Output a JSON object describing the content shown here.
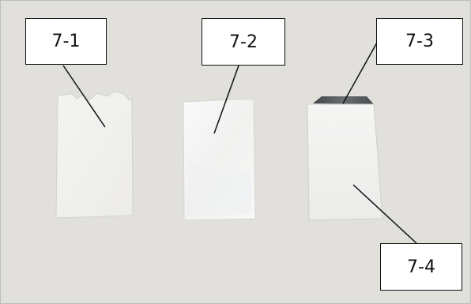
{
  "labels": {
    "l71": "7-1",
    "l72": "7-2",
    "l73": "7-3",
    "l74": "7-4"
  },
  "colors": {
    "background": "#e4e2de",
    "sample_white": "#f7f7f5",
    "sample_edge": "#cfcfcc",
    "dark_strip": "#55595c",
    "leader_line": "#111111"
  }
}
